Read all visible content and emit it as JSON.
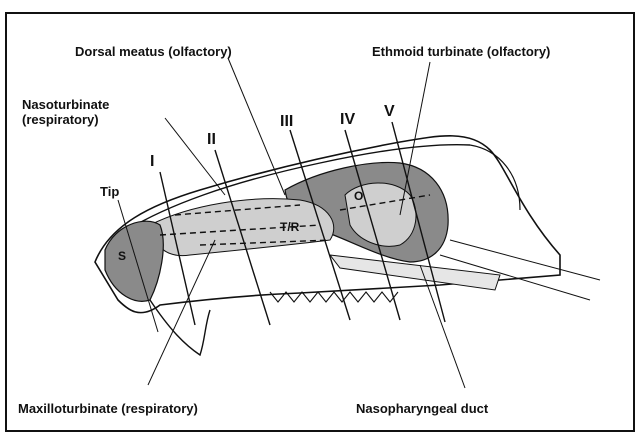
{
  "labels": {
    "dorsal_meatus": "Dorsal meatus (olfactory)",
    "ethmoid_turbinate": "Ethmoid turbinate (olfactory)",
    "nasoturbinate": "Nasoturbinate (respiratory)",
    "tip": "Tip",
    "maxilloturbinate": "Maxilloturbinate (respiratory)",
    "nasopharyngeal_duct": "Nasopharyngeal duct"
  },
  "section_numerals": [
    "I",
    "II",
    "III",
    "IV",
    "V"
  ],
  "region_markers": {
    "s": "S",
    "tr": "T/R",
    "o": "O"
  },
  "colors": {
    "shading": "#8a8a8a",
    "shading_light": "#cfcfcf",
    "outline": "#111111"
  }
}
